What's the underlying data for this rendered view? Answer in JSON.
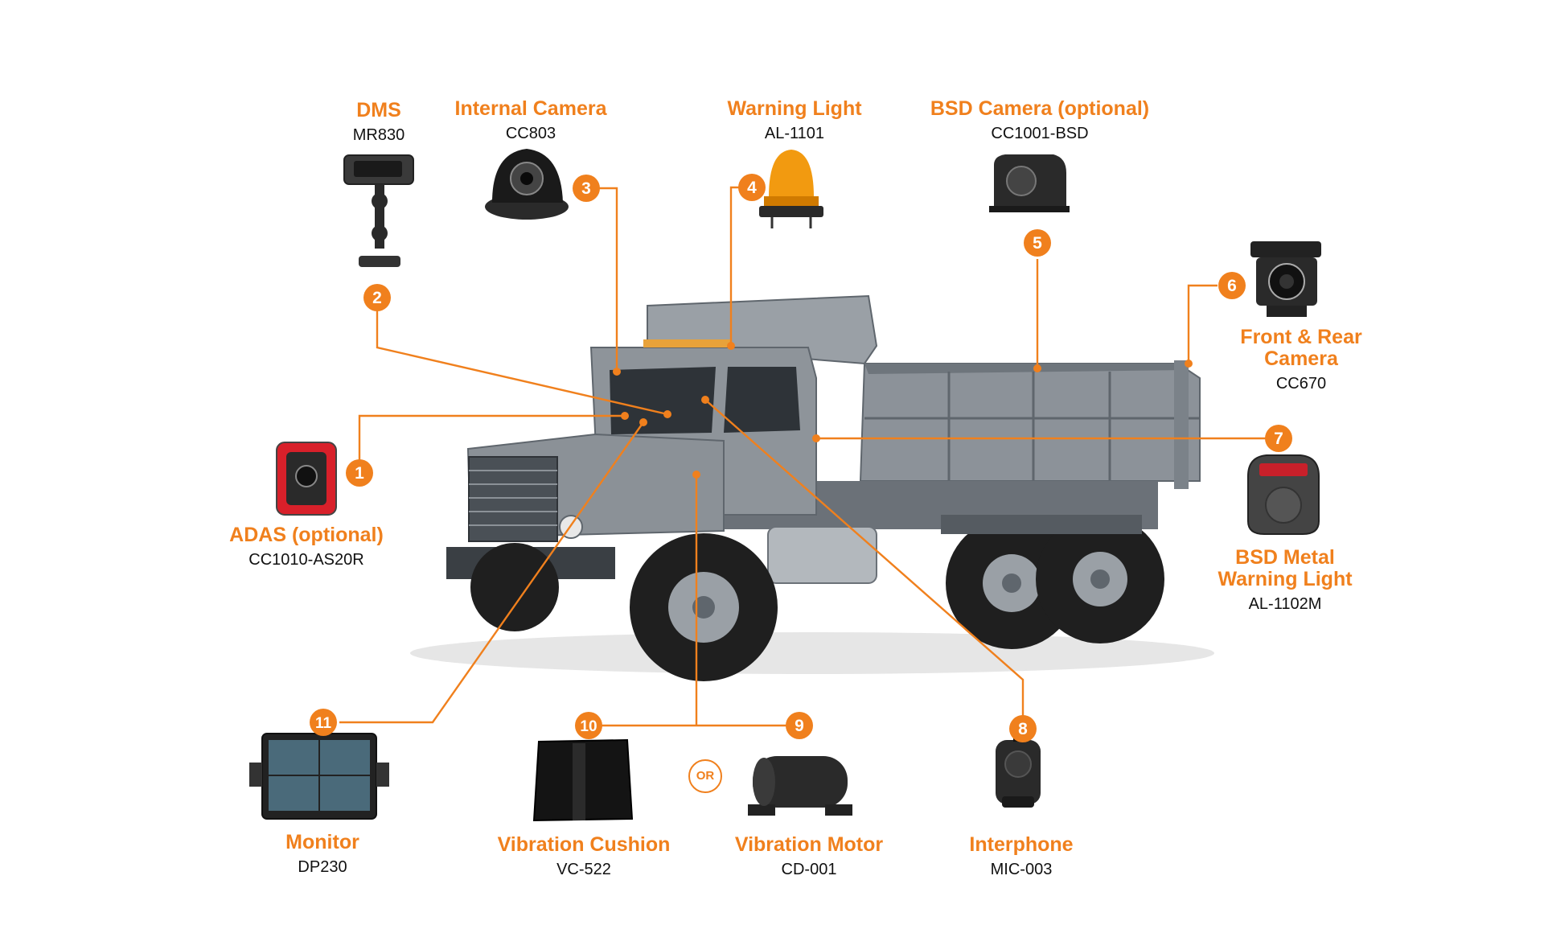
{
  "colors": {
    "accent": "#f0801d",
    "truck_body": "#8c9299",
    "truck_dark": "#5f666d",
    "tire": "#1f1f1f"
  },
  "components": [
    {
      "num": "1",
      "title": "ADAS (optional)",
      "model": "CC1010-AS20R",
      "icon": "adas-camera-icon"
    },
    {
      "num": "2",
      "title": "DMS",
      "model": "MR830",
      "icon": "dms-camera-icon"
    },
    {
      "num": "3",
      "title": "Internal Camera",
      "model": "CC803",
      "icon": "dome-camera-icon"
    },
    {
      "num": "4",
      "title": "Warning Light",
      "model": "AL-1101",
      "icon": "beacon-light-icon"
    },
    {
      "num": "5",
      "title": "BSD Camera (optional)",
      "model": "CC1001-BSD",
      "icon": "side-camera-icon"
    },
    {
      "num": "6",
      "title": "Front & Rear Camera",
      "model": "CC670",
      "icon": "rear-camera-icon"
    },
    {
      "num": "7",
      "title": "BSD Metal Warning Light",
      "model": "AL-1102M",
      "icon": "metal-warning-light-icon"
    },
    {
      "num": "8",
      "title": "Interphone",
      "model": "MIC-003",
      "icon": "handheld-mic-icon"
    },
    {
      "num": "9",
      "title": "Vibration Motor",
      "model": "CD-001",
      "icon": "vibration-motor-icon"
    },
    {
      "num": "10",
      "title": "Vibration Cushion",
      "model": "VC-522",
      "icon": "seat-cushion-icon"
    },
    {
      "num": "11",
      "title": "Monitor",
      "model": "DP230",
      "icon": "monitor-icon"
    }
  ],
  "labels": {
    "adas_t": "ADAS (optional)",
    "adas_m": "CC1010-AS20R",
    "dms_t": "DMS",
    "dms_m": "MR830",
    "int_t": "Internal Camera",
    "int_m": "CC803",
    "warn_t": "Warning Light",
    "warn_m": "AL-1101",
    "bsd_t": "BSD Camera (optional)",
    "bsd_m": "CC1001-BSD",
    "fr_t1": "Front & Rear",
    "fr_t2": "Camera",
    "fr_m": "CC670",
    "bml_t1": "BSD Metal",
    "bml_t2": "Warning Light",
    "bml_m": "AL-1102M",
    "mic_t": "Interphone",
    "mic_m": "MIC-003",
    "mot_t": "Vibration Motor",
    "mot_m": "CD-001",
    "cush_t": "Vibration Cushion",
    "cush_m": "VC-522",
    "mon_t": "Monitor",
    "mon_m": "DP230",
    "or": "OR",
    "badges": [
      "1",
      "2",
      "3",
      "4",
      "5",
      "6",
      "7",
      "8",
      "9",
      "10",
      "11"
    ]
  }
}
